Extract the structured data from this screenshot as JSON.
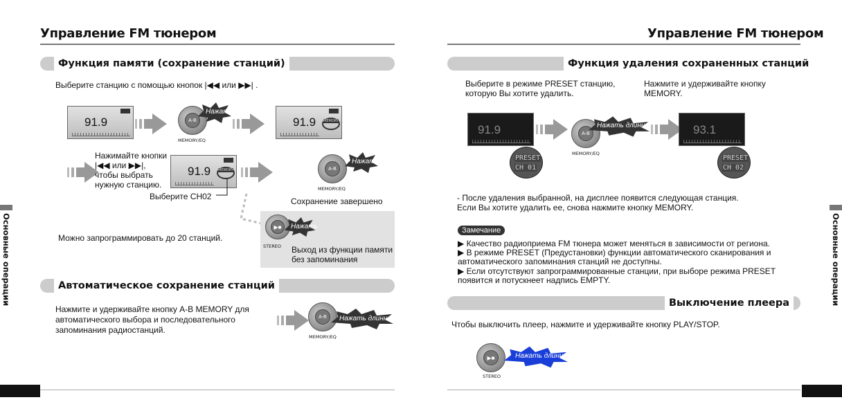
{
  "left": {
    "title": "Управление FM тюнером",
    "memory_section": "Функция памяти (сохранение станций)",
    "memory_intro": "Выберите станцию с помощью кнопок |◀◀ или ▶▶| .",
    "freq1": "91.9",
    "freq2": "91.9",
    "freq3": "91.9",
    "press": "Нажать",
    "memory_eq": "MEMORY/EQ",
    "ab": "A-B",
    "preset_small": "MEMORY",
    "step2_lines": [
      "Нажимайте кнопки",
      "|◀◀ или ▶▶|,",
      "чтобы выбрать",
      "нужную станцию."
    ],
    "select_ch": "Выберите CH02",
    "save_done": "Сохранение завершено",
    "can_program": "Можно запрограммировать до 20 станций.",
    "stereo": "STEREO",
    "exit_lines": [
      "Выход из функции памяти",
      "без запоминания"
    ],
    "auto_section": "Автоматическое сохранение станций",
    "auto_lines": [
      "Нажмите и удерживайте кнопку A-B MEMORY для",
      "автоматического выбора и последовательного",
      "запоминания радиостанций."
    ],
    "press_long": "Нажать длинно",
    "side_label": "Основные операции"
  },
  "right": {
    "title": "Управление FM тюнером",
    "delete_section": "Функция удаления сохраненных станций",
    "delete_col1": [
      "Выберите в режиме PRESET станцию,",
      "которую Вы хотите удалить."
    ],
    "delete_col2": [
      "Нажмите и удерживайте кнопку",
      "MEMORY."
    ],
    "freq_before": "91.9",
    "freq_after": "93.1",
    "preset": "PRESET",
    "ch_before": "CH 01",
    "ch_after": "CH 02",
    "press_long": "Нажать длинно",
    "memory_eq": "MEMORY/EQ",
    "ab": "A-B",
    "after_lines": [
      "- После удаления выбранной, на дисплее появится следующая станция.",
      "  Если Вы хотите удалить ее, снова нажмите кнопку MEMORY."
    ],
    "note_label": "Замечание",
    "notes": [
      "▶ Качество радиоприема FM тюнера может меняться в зависимости от региона.",
      "▶ В режиме PRESET (Предустановки) функции автоматического сканирования и",
      "   автоматического запоминания станций не доступны.",
      "▶ Если отсутствуют запрограммированные станции, при выборе режима PRESET",
      "   появится и потускнеет надпись EMPTY."
    ],
    "power_section": "Выключение плеера",
    "power_text": "Чтобы выключить плеер, нажмите и удерживайте кнопку PLAY/STOP.",
    "stereo": "STEREO",
    "press_long2": "Нажать длинно",
    "side_label": "Основные операции"
  }
}
